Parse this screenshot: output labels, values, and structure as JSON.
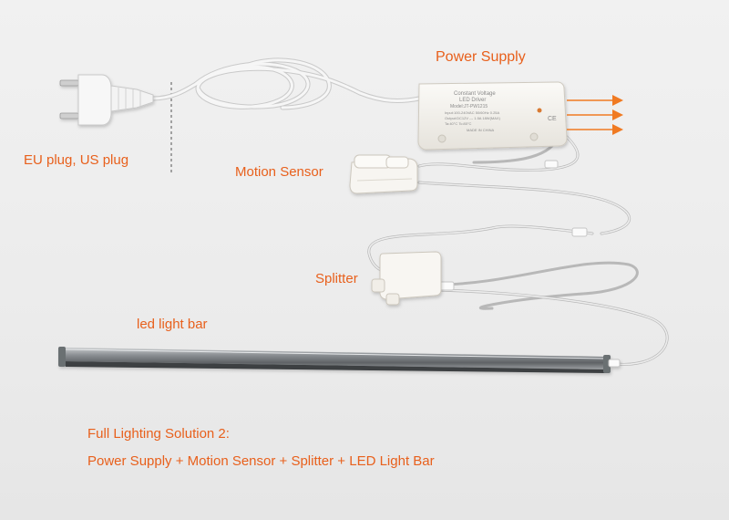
{
  "labels": {
    "power_supply": "Power Supply",
    "plug": "EU plug, US plug",
    "motion_sensor": "Motion Sensor",
    "splitter": "Splitter",
    "light_bar": "led light bar",
    "solution_title": "Full Lighting Solution 2:",
    "solution_parts": "Power Supply + Motion Sensor + Splitter + LED Light Bar"
  },
  "power_supply_label": {
    "line1": "Constant Voltage",
    "line2": "LED Driver",
    "line3": "Model:JT-PW1215",
    "line4": "Input:100-240VAC 50/60Hz 0.25A",
    "line5": "Output:DC12V --- 1.5A 18W(MAX)",
    "line6": "Ta:40°C    Tc:85°C",
    "line7": "MADE IN CHINA"
  },
  "colors": {
    "label_text": "#e8601c",
    "arrow": "#f07a22",
    "cable": "#f4f4f4",
    "background": "#ececec",
    "light_bar": "#8e9296"
  }
}
